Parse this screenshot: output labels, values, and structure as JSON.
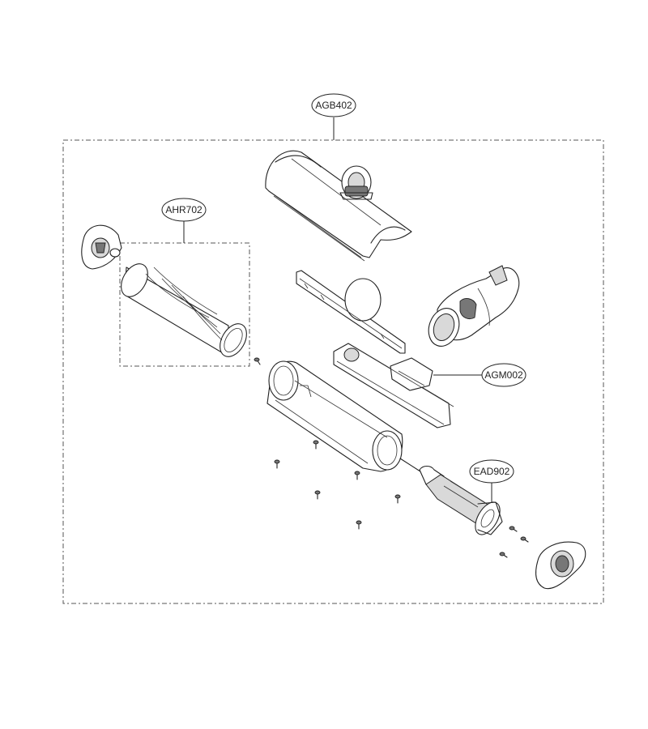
{
  "callouts": {
    "agb402": "AGB402",
    "ahr702": "AHR702",
    "agm002": "AGM002",
    "ead902": "EAD902"
  }
}
